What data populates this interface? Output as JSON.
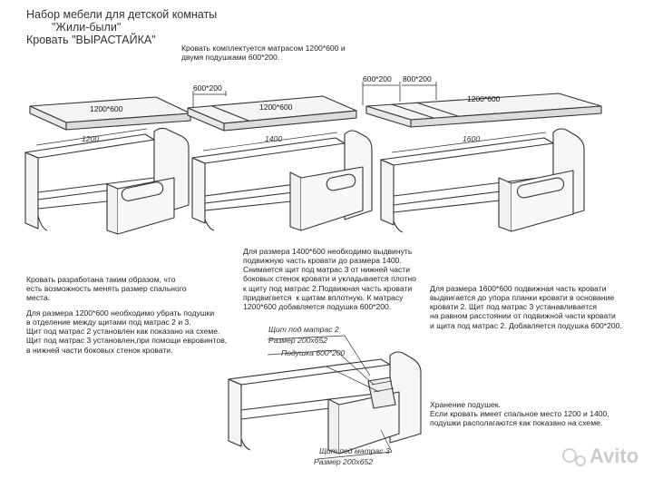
{
  "header": {
    "line1": "Набор мебели для детской комнаты",
    "line2": "\"Жили-были\"",
    "line3": "Кровать \"ВЫРАСТАЙКА\""
  },
  "top_note": "Кровать комплектуется матрасом 1200*600 и\nдвумя подушками 600*200.",
  "dimensions": {
    "mattress_1": "1200*600",
    "pad_1": "600*200",
    "mattress_2": "1200*600",
    "pad_2a": "600*200",
    "pad_2b": "800*200",
    "mattress_3": "1200*600",
    "bed_len_1": "1200",
    "bed_len_2": "1400",
    "bed_len_3": "1600"
  },
  "notes": {
    "design": "Кровать разработана таким образом, что\nесть возможность менять размер спального\nместа.",
    "size_1200": "Для размера 1200*600 необходимо убрать подушки\nв отделение между щитами под матрас 2 и 3.\nЩит под матрас 2 установлен как показано на схеме.\nЩит под матрас 3 установлен,при помощи евровинтов,\nв нижней части боковых стенок кровати.",
    "size_1400": "Для размера 1400*600 необходимо выдвинуть\nподвижную часть кровати до размера 1400.\nСнимается щит под матрас 3 от нижней части\nбоковых стенок кровати и укладывается плотно\nк щиту под матрас 2.Подвижная часть кровати\nпридвигается  к щитам вплотную. К матрасу\n1200*600 добавляется подушка 600*200.",
    "size_1600": "Для размера 1600*600 подвижная часть кровати\nвыдвигается до упора планки кровати в основание\nкровати 2. Щит под матрас 3 устанавливается\nна равном расстоянии от подвижной части кровати\nи щита под матрас 2. Добавляется подушка 600*200.",
    "storage": "Хранение подушек.\nЕсли кровать имеет спальное место 1200 и 1400,\nподушки располагаются как показано на схеме."
  },
  "callouts": {
    "shield_2": "Щит под матрас 2",
    "size_2": "Размер 200х652",
    "pillow": "Подушка 600*200",
    "shield_3": "Щит под матрас 3",
    "size_3": "Размер 200х652"
  },
  "watermark": "Avito"
}
